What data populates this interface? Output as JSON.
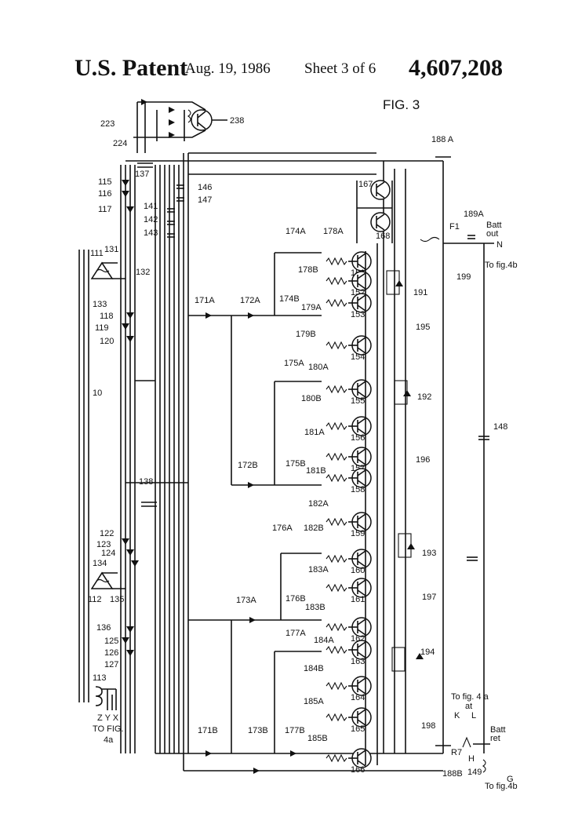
{
  "header": {
    "office": "U.S. Patent",
    "date": "Aug. 19, 1986",
    "sheet": "Sheet 3 of 6",
    "patent_number": "4,607,208"
  },
  "figure_title": "FIG. 3",
  "transistor_labels": [
    "151",
    "152",
    "153",
    "154",
    "155",
    "156",
    "157",
    "158",
    "159",
    "160",
    "161",
    "162",
    "163",
    "164",
    "165",
    "166"
  ],
  "labels": {
    "l223": "223",
    "l224": "224",
    "l238": "238",
    "l188A": "188 A",
    "l137": "137",
    "l115": "115",
    "l116": "116",
    "l117": "117",
    "l146": "146",
    "l147": "147",
    "l141": "141",
    "l142": "142",
    "l143": "143",
    "l167": "167",
    "l168": "168",
    "l174A": "174A",
    "l178A": "178A",
    "l189A": "189A",
    "lF1": "F1",
    "lBattOut1": "Batt",
    "lBattOut2": "out",
    "lN": "N",
    "lToFig4b1": "To fig.4b",
    "l199": "199",
    "l111": "111",
    "l131": "131",
    "l132": "132",
    "l133": "133",
    "l178B": "178B",
    "l191": "191",
    "l171A": "171A",
    "l172A": "172A",
    "l174B": "174B",
    "l179A": "179A",
    "l118": "118",
    "l119": "119",
    "l120": "120",
    "l179B": "179B",
    "l195": "195",
    "l175A": "175A",
    "l180A": "180A",
    "l10": "10",
    "l180B": "180B",
    "l192": "192",
    "l181A": "181A",
    "l148": "148",
    "l196": "196",
    "l172B": "172B",
    "l175B": "175B",
    "l181B": "181B",
    "l138": "138",
    "l182A": "182A",
    "l122": "122",
    "l123": "123",
    "l176A": "176A",
    "l182B": "182B",
    "l124": "124",
    "l134": "134",
    "l193": "193",
    "l183A": "183A",
    "l112": "112",
    "l135": "135",
    "l173A": "173A",
    "l176B": "176B",
    "l183B": "183B",
    "l197": "197",
    "l136": "136",
    "l125": "125",
    "l177A": "177A",
    "l184A": "184A",
    "l126": "126",
    "l194": "194",
    "l127": "127",
    "l184B": "184B",
    "l113": "113",
    "l185A": "185A",
    "lToFig4a1": "To fig. 4 a",
    "lAt": "at",
    "lK": "K",
    "lL": "L",
    "lZYX": "Z Y X",
    "lTOFIG": "TO FIG.",
    "l4a": "4a",
    "l171B": "171B",
    "l173B": "173B",
    "l177B": "177B",
    "l185B": "185B",
    "l198": "198",
    "lBattRet1": "Batt",
    "lBattRet2": "ret",
    "lR7": "R7",
    "lH": "H",
    "l149": "149",
    "l188B": "188B",
    "lG": "G",
    "lToFig4b2": "To fig.4b"
  }
}
